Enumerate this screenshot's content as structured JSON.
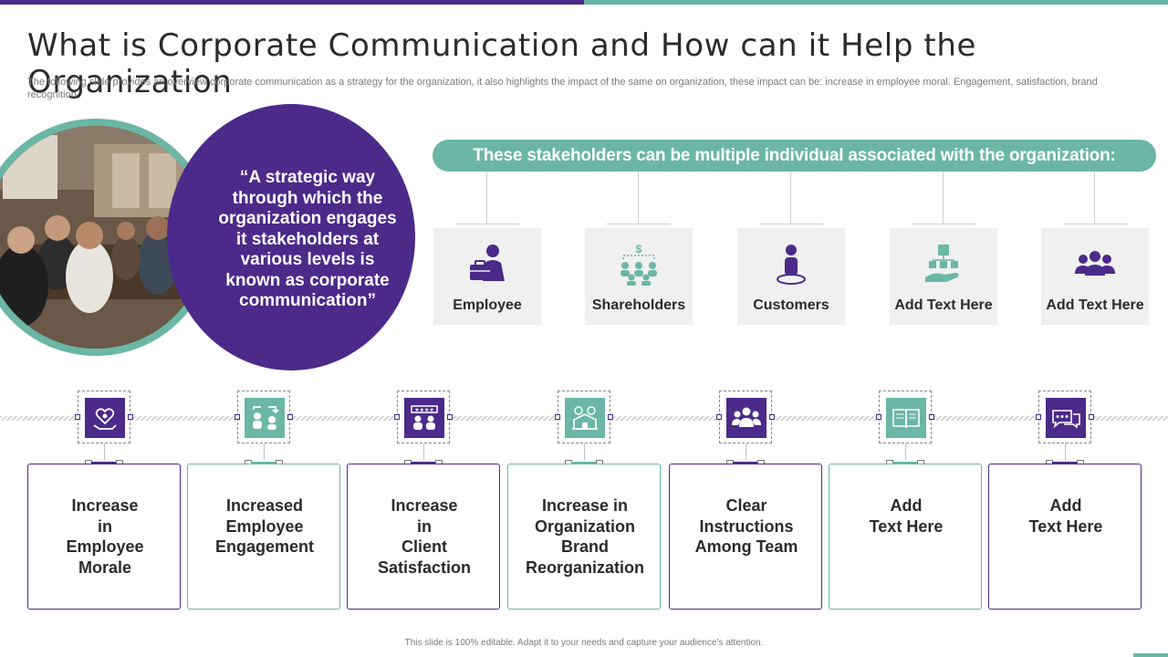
{
  "colors": {
    "purple": "#4b2a8a",
    "teal": "#6bb6a6",
    "card_gray": "#f0f0f0"
  },
  "title": "What is Corporate Communication and  How can it Help the Organization",
  "subtitle": "The following slide provides an overview corporate communication as a strategy for the organization, it also highlights the impact of the same on organization, these impact can be: increase in employee moral. Engagement, satisfaction, brand recognition",
  "quote": "“A strategic way through which the organization engages it stakeholders at various levels is known as corporate communication”",
  "stakeholders": {
    "banner": "These stakeholders can be multiple individual associated with the organization:",
    "items": [
      {
        "label": "Employee",
        "icon": "employee-briefcase-icon"
      },
      {
        "label": "Shareholders",
        "icon": "shareholders-dollar-icon"
      },
      {
        "label": "Customers",
        "icon": "customer-person-icon"
      },
      {
        "label": "Add  Text Here",
        "icon": "hierarchy-hand-icon"
      },
      {
        "label": "Add  Text Here",
        "icon": "group-icon"
      }
    ]
  },
  "impacts": [
    {
      "text": "Increase\nin\nEmployee\nMorale",
      "icon": "heart-hand-icon",
      "color": "purple"
    },
    {
      "text": "Increased\nEmployee\nEngagement",
      "icon": "people-exchange-icon",
      "color": "teal"
    },
    {
      "text": "Increase\nin\nClient\nSatisfaction",
      "icon": "client-rating-icon",
      "color": "purple"
    },
    {
      "text": "Increase in\nOrganization\nBrand\nReorganization",
      "icon": "brand-building-icon",
      "color": "teal"
    },
    {
      "text": "Clear\nInstructions\nAmong Team",
      "icon": "team-icon",
      "color": "purple"
    },
    {
      "text": "Add\nText Here",
      "icon": "open-book-icon",
      "color": "teal"
    },
    {
      "text": "Add\nText Here",
      "icon": "chat-bubbles-icon",
      "color": "purple"
    }
  ],
  "footer": "This slide is 100% editable. Adapt it to your needs and capture your audience's attention."
}
